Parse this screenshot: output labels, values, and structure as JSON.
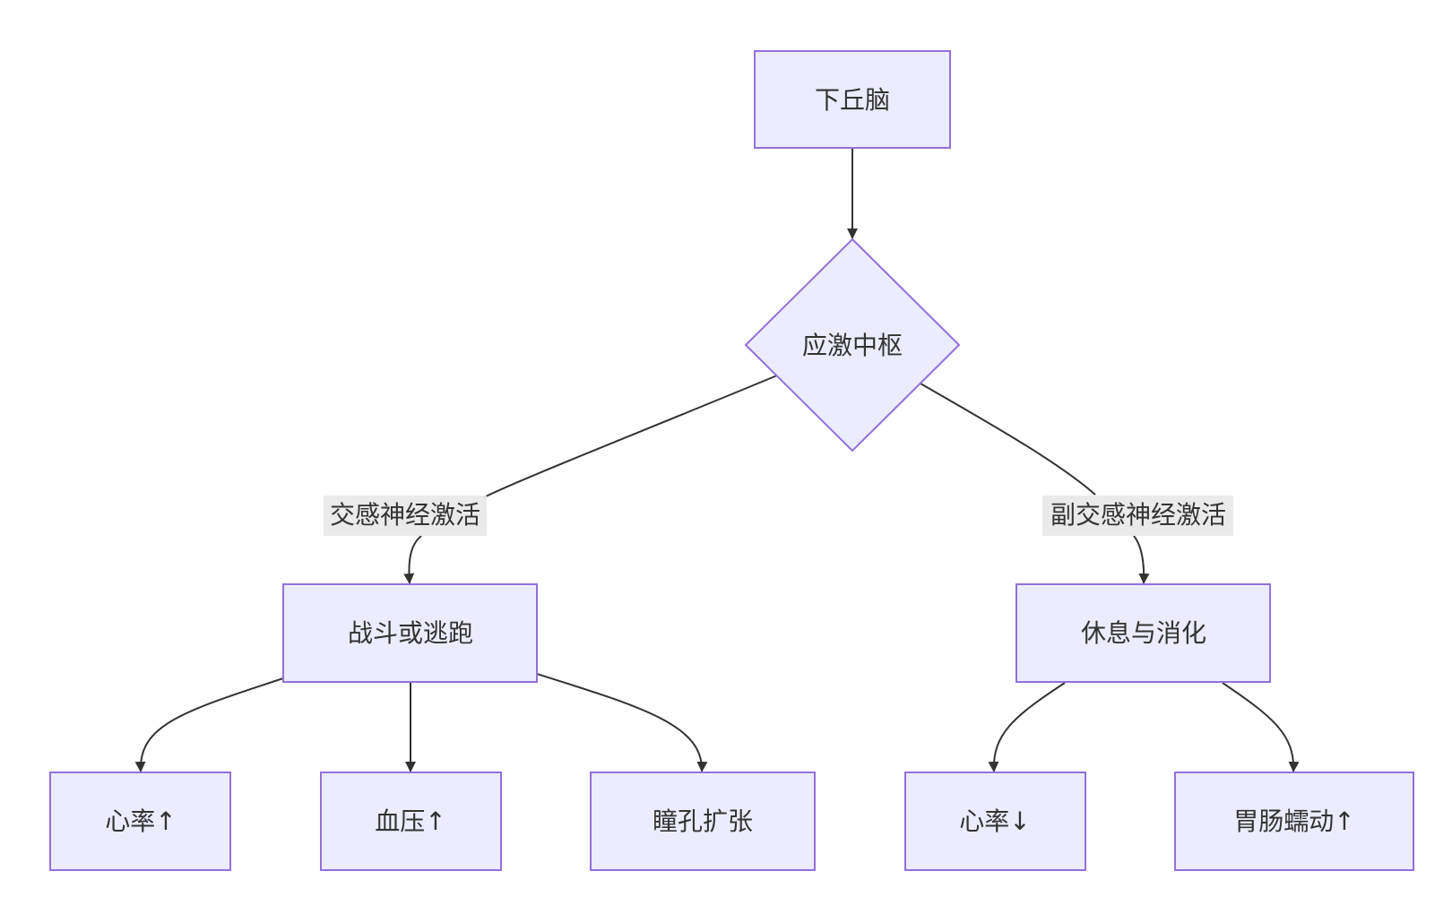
{
  "diagram": {
    "type": "flowchart",
    "colors": {
      "node_fill": "#ececff",
      "node_stroke": "#9370db",
      "edge": "#333333",
      "text": "#333333",
      "label_background": "#e8e8e8"
    },
    "nodes": {
      "hypothalamus": "下丘脑",
      "stress_center": "应激中枢",
      "fight_or_flight": "战斗或逃跑",
      "rest_and_digest": "休息与消化",
      "heart_rate_up": "心率↑",
      "blood_pressure_up": "血压↑",
      "pupil_dilation": "瞳孔扩张",
      "heart_rate_down": "心率↓",
      "gi_motility_up": "胃肠蠕动↑"
    },
    "edge_labels": {
      "sympathetic": "交感神经激活",
      "parasympathetic": "副交感神经激活"
    },
    "edges": [
      {
        "from": "hypothalamus",
        "to": "stress_center"
      },
      {
        "from": "stress_center",
        "to": "fight_or_flight",
        "label": "sympathetic"
      },
      {
        "from": "stress_center",
        "to": "rest_and_digest",
        "label": "parasympathetic"
      },
      {
        "from": "fight_or_flight",
        "to": "heart_rate_up"
      },
      {
        "from": "fight_or_flight",
        "to": "blood_pressure_up"
      },
      {
        "from": "fight_or_flight",
        "to": "pupil_dilation"
      },
      {
        "from": "rest_and_digest",
        "to": "heart_rate_down"
      },
      {
        "from": "rest_and_digest",
        "to": "gi_motility_up"
      }
    ]
  }
}
